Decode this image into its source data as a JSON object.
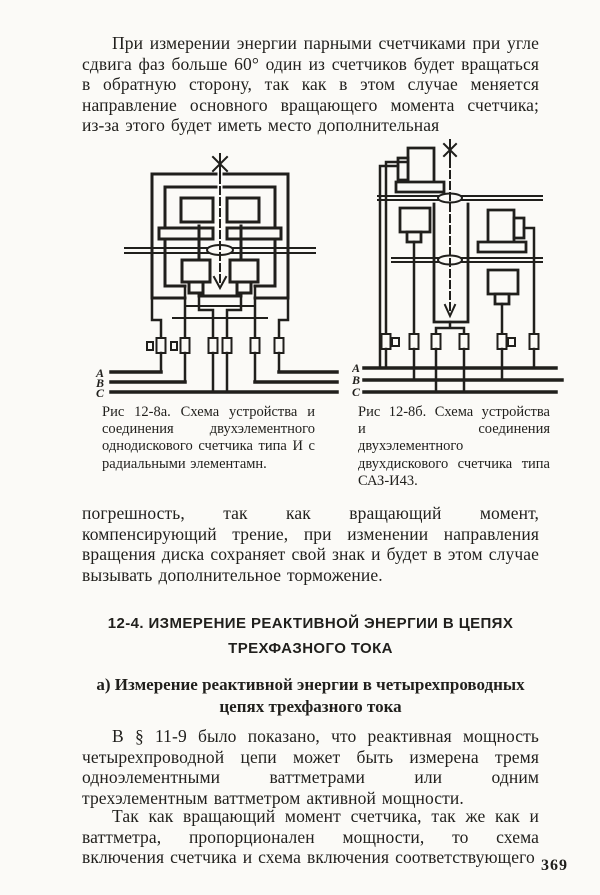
{
  "document": {
    "page_number": "369",
    "paragraphs": {
      "p1": "При измерении энергии парными счетчиками при угле сдвига фаз больше 60° один из счетчиков будет вращаться в обратную сторону, так как в этом случае меняется направление основного вращающего момента счетчика; из-за этого будет иметь место дополнительная",
      "p2": "погрешность, так как вращающий момент, компенсирующий трение, при изменении направления вращения диска сохраняет свой знак и будет в этом случае вызывать дополнительное торможение.",
      "p3": "В § 11-9 было показано, что реактивная мощность четырехпроводной цепи может быть измерена тремя одноэлементными ваттметрами или одним трехэлементным ваттметром активной мощности.",
      "p4": "Так как вращающий момент счетчика, так же как и ваттметра, пропорционален мощности, то схема включения счетчика и схема включения соответствующего"
    },
    "section": {
      "heading": "12-4. ИЗМЕРЕНИЕ РЕАКТИВНОЙ ЭНЕРГИИ В ЦЕПЯХ ТРЕХФАЗНОГО ТОКА",
      "subheading": "а) Измерение реактивной энергии в четырехпроводных цепях трехфазного тока"
    },
    "figures": {
      "left": {
        "caption": "Рис 12-8а. Схема устройства и соединения двухэлементного однодискового счетчика типа И с радиальными элементамн.",
        "phases": [
          "А",
          "В",
          "С"
        ]
      },
      "right": {
        "caption": "Рис 12-8б. Схема устройства и соединения двухэлементного двухдискового счетчика типа САЗ-И43.",
        "phases": [
          "А",
          "В",
          "С"
        ]
      }
    }
  },
  "colors": {
    "paper": "#fbfaf7",
    "ink": "#201f1c"
  }
}
